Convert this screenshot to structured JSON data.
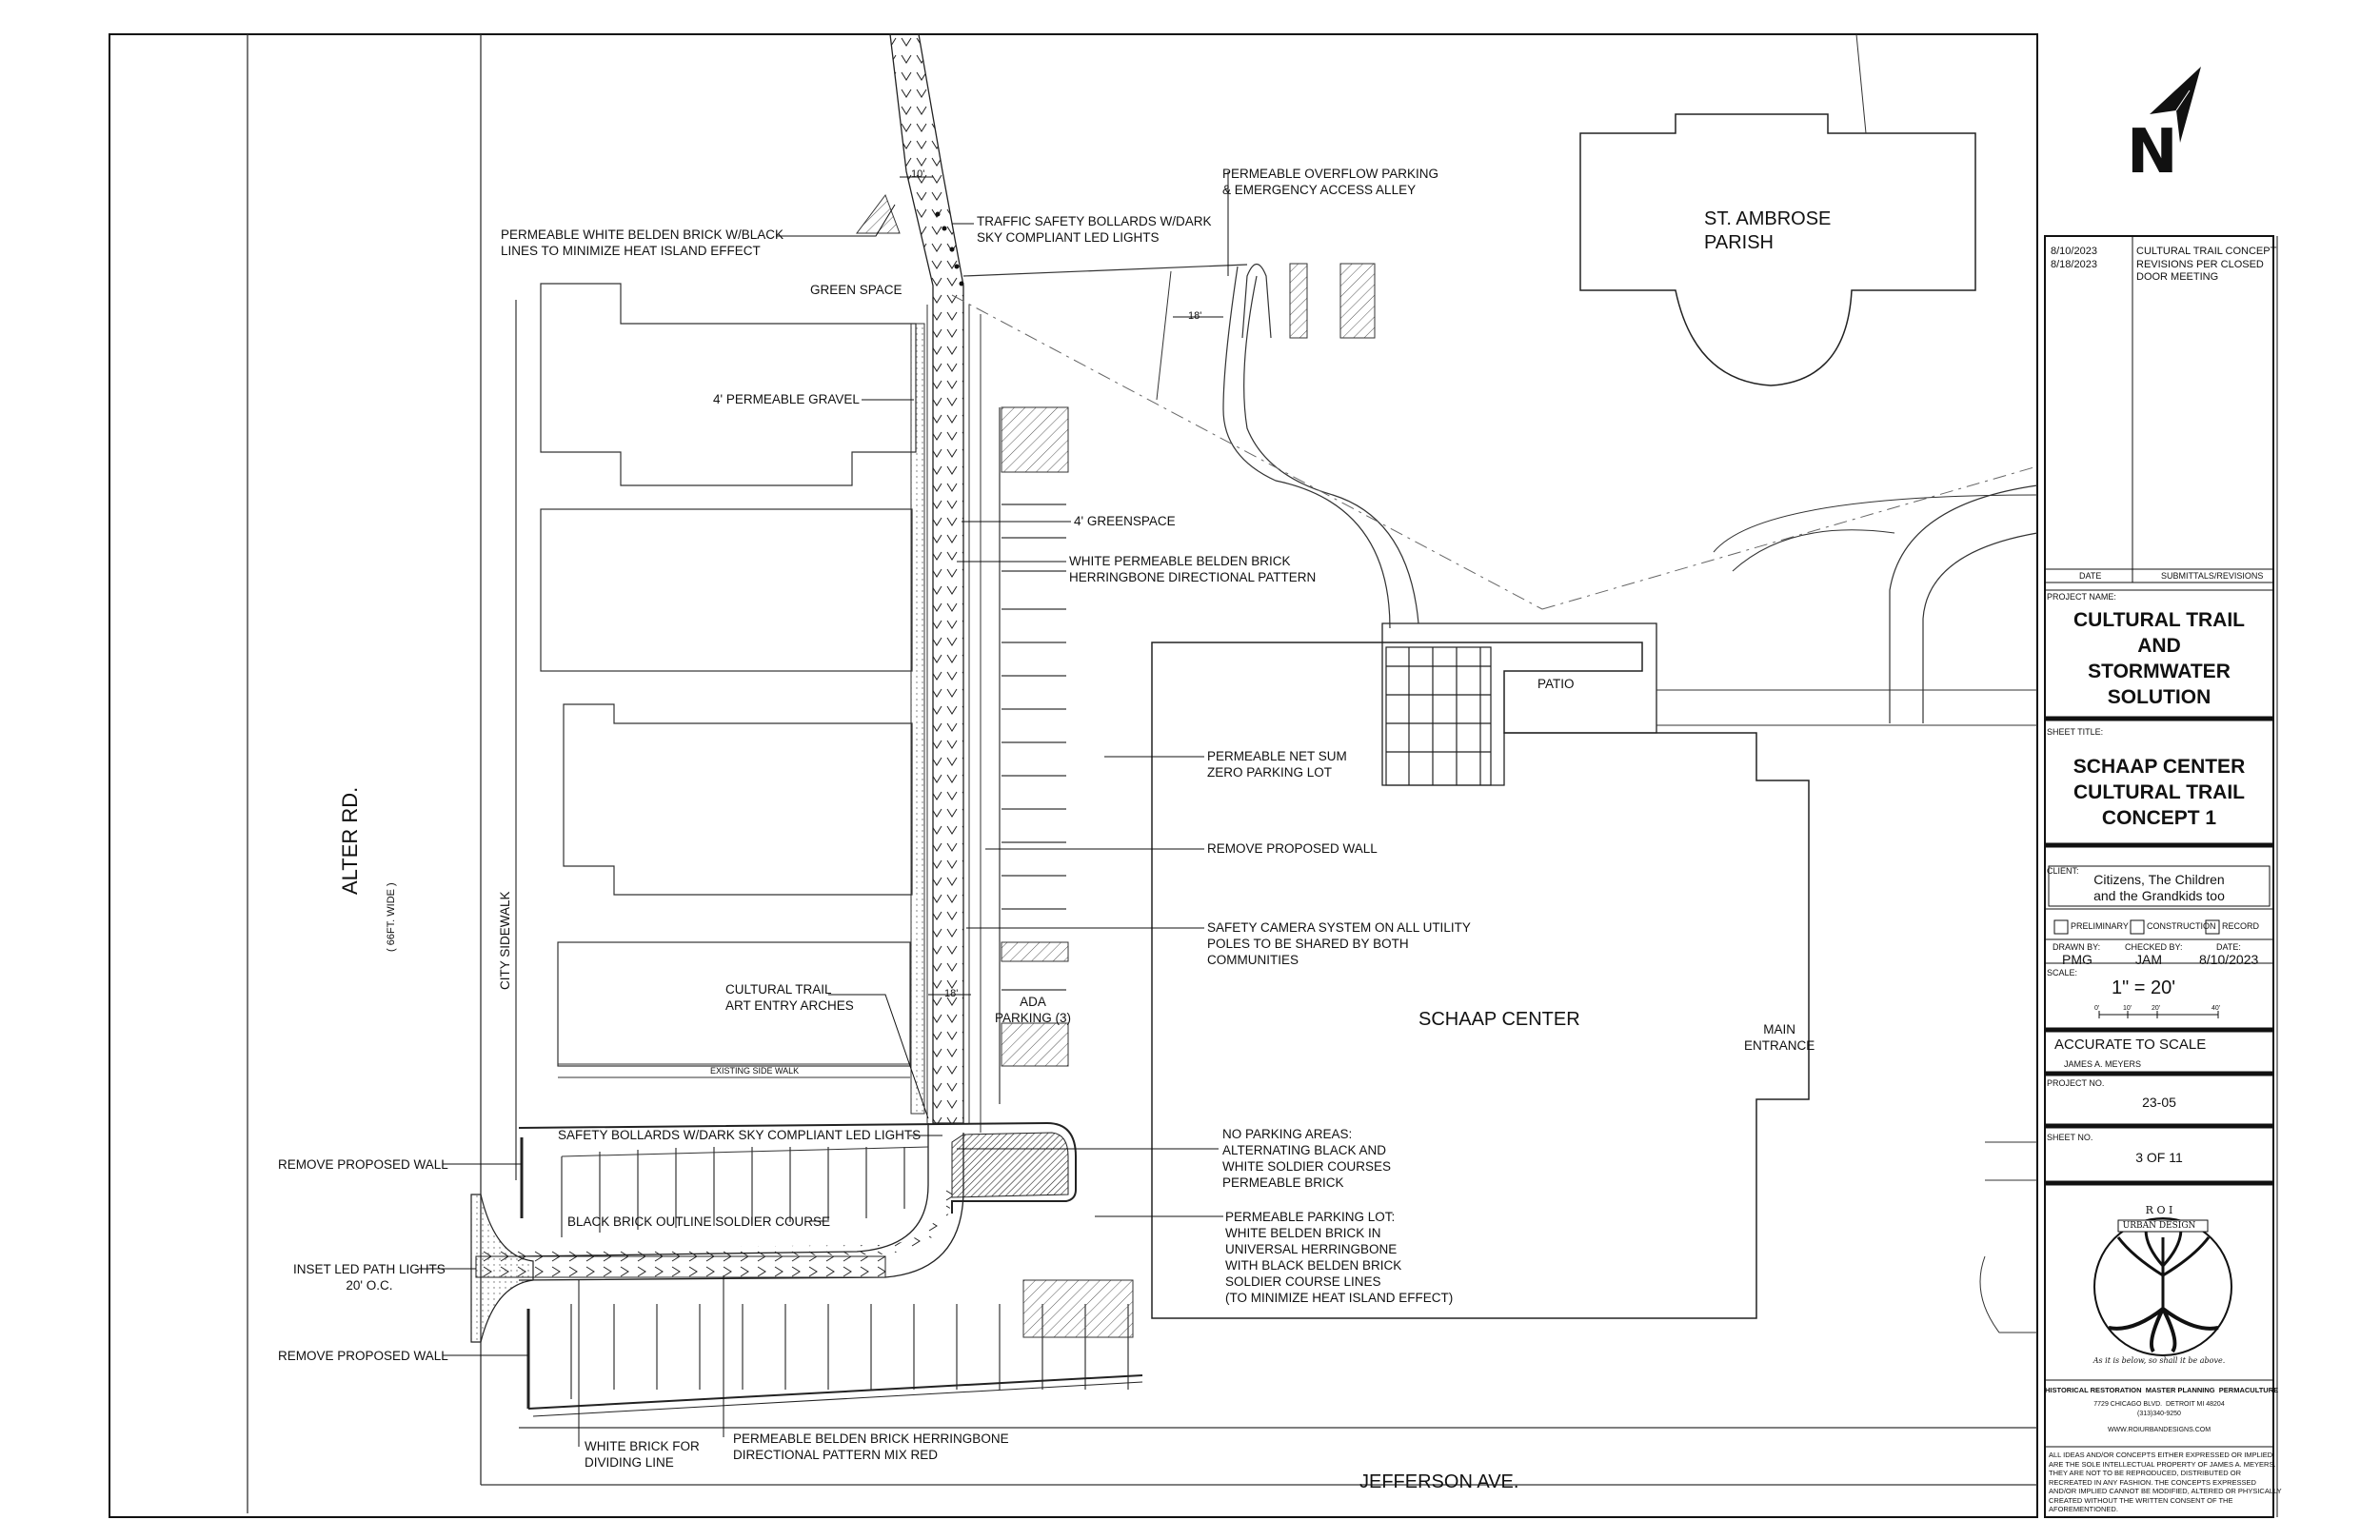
{
  "streets": {
    "alter_rd": "ALTER RD.",
    "alter_rd_width": "( 66FT. WIDE )",
    "jefferson_ave": "JEFFERSON AVE.",
    "city_sidewalk": "CITY SIDEWALK",
    "existing_side_walk": "EXISTING SIDE WALK"
  },
  "buildings": {
    "st_ambrose": "ST. AMBROSE\nPARISH",
    "schaap_center": "SCHAAP CENTER",
    "patio": "PATIO",
    "main_entrance": "MAIN\nENTRANCE"
  },
  "dimensions": {
    "d10": "10'",
    "d18a": "18'",
    "d18b": "18'"
  },
  "callouts": {
    "permeable_white_brick": "PERMEABLE WHITE BELDEN BRICK W/BLACK\nLINES TO MINIMIZE HEAT ISLAND EFFECT",
    "traffic_bollards": "TRAFFIC SAFETY BOLLARDS W/DARK\nSKY COMPLIANT LED LIGHTS",
    "overflow_parking": "PERMEABLE OVERFLOW PARKING\n& EMERGENCY ACCESS ALLEY",
    "green_space": "GREEN SPACE",
    "permeable_gravel": "4' PERMEABLE GRAVEL",
    "greenspace_4": "4' GREENSPACE",
    "herringbone_directional": "WHITE PERMEABLE BELDEN BRICK\nHERRINGBONE DIRECTIONAL PATTERN",
    "net_sum_zero": "PERMEABLE NET SUM\nZERO PARKING LOT",
    "remove_wall_mid": "REMOVE PROPOSED WALL",
    "safety_camera": "SAFETY CAMERA SYSTEM ON ALL UTILITY\nPOLES TO BE SHARED BY BOTH\nCOMMUNITIES",
    "art_entry_arches": "CULTURAL TRAIL\nART ENTRY ARCHES",
    "ada_parking": "ADA\nPARKING (3)",
    "safety_bollards": "SAFETY BOLLARDS W/DARK SKY COMPLIANT LED LIGHTS",
    "no_parking": "NO PARKING AREAS:\nALTERNATING BLACK AND\nWHITE SOLDIER COURSES\nPERMEABLE BRICK",
    "remove_wall_left_top": "REMOVE PROPOSED WALL",
    "black_brick_outline": "BLACK BRICK OUTLINE SOLDIER COURSE",
    "permeable_parking_lot": "PERMEABLE PARKING LOT:\nWHITE BELDEN BRICK IN\nUNIVERSAL HERRINGBONE\nWITH BLACK BELDEN BRICK\nSOLDIER COURSE LINES\n(TO MINIMIZE HEAT ISLAND EFFECT)",
    "inset_led": "INSET LED PATH LIGHTS\n20' O.C.",
    "remove_wall_left_bottom": "REMOVE PROPOSED WALL",
    "white_brick_dividing": "WHITE BRICK FOR\nDIVIDING LINE",
    "herringbone_mix_red": "PERMEABLE BELDEN BRICK HERRINGBONE\nDIRECTIONAL PATTERN MIX RED"
  },
  "title_block": {
    "north_letter": "N",
    "revisions": [
      {
        "date": "8/10/2023",
        "desc": "CULTURAL TRAIL CONCEPT"
      },
      {
        "date": "8/18/2023",
        "desc": "REVISIONS PER CLOSED\nDOOR MEETING"
      }
    ],
    "rev_header_date": "DATE",
    "rev_header_desc": "SUBMITTALS/REVISIONS",
    "project_name_label": "PROJECT NAME:",
    "project_name": "CULTURAL TRAIL\nAND\nSTORMWATER\nSOLUTION",
    "sheet_title_label": "SHEET TITLE:",
    "sheet_title": "SCHAAP CENTER\nCULTURAL TRAIL\nCONCEPT 1",
    "client_label": "CLIENT:",
    "client": "Citizens, The Children\nand the Grandkids too",
    "status_options": [
      "PRELIMINARY",
      "CONSTRUCTION",
      "RECORD"
    ],
    "drawn_by_label": "DRAWN BY:",
    "checked_by_label": "CHECKED BY:",
    "date_label": "DATE:",
    "drawn_by": "PMG",
    "checked_by": "JAM",
    "date": "8/10/2023",
    "scale_label": "SCALE:",
    "scale": "1\" = 20'",
    "scale_bar_ticks": [
      "0'",
      "10'",
      "20'",
      "40'"
    ],
    "accurate": "ACCURATE TO SCALE",
    "signer": "JAMES A. MEYERS",
    "project_no_label": "PROJECT NO.",
    "project_no": "23-05",
    "sheet_no_label": "SHEET NO.",
    "sheet_no": "3 OF 11",
    "logo_text_top": "R O I",
    "logo_text_banner": "URBAN DESIGN",
    "logo_motto": "As it is below, so shall it be above.",
    "firm_tagline": "HISTORICAL RESTORATION  MASTER PLANNING  PERMACULTURE",
    "firm_address": "7729 CHICAGO BLVD.  DETROIT MI 48204",
    "firm_phone": "(313)340-9250",
    "firm_web": "WWW.ROIURBANDESIGNS.COM",
    "disclaimer": "ALL IDEAS AND/OR CONCEPTS EITHER EXPRESSED OR IMPLIED\nARE THE SOLE INTELLECTUAL PROPERTY OF JAMES A. MEYERS.\nTHEY ARE NOT TO BE REPRODUCED, DISTRIBUTED OR\nRECREATED IN ANY FASHION. THE CONCEPTS EXPRESSED\nAND/OR IMPLIED CANNOT BE MODIFIED, ALTERED OR PHYSICALLY\nCREATED WITHOUT THE WRITTEN CONSENT OF THE\nAFOREMENTIONED."
  }
}
